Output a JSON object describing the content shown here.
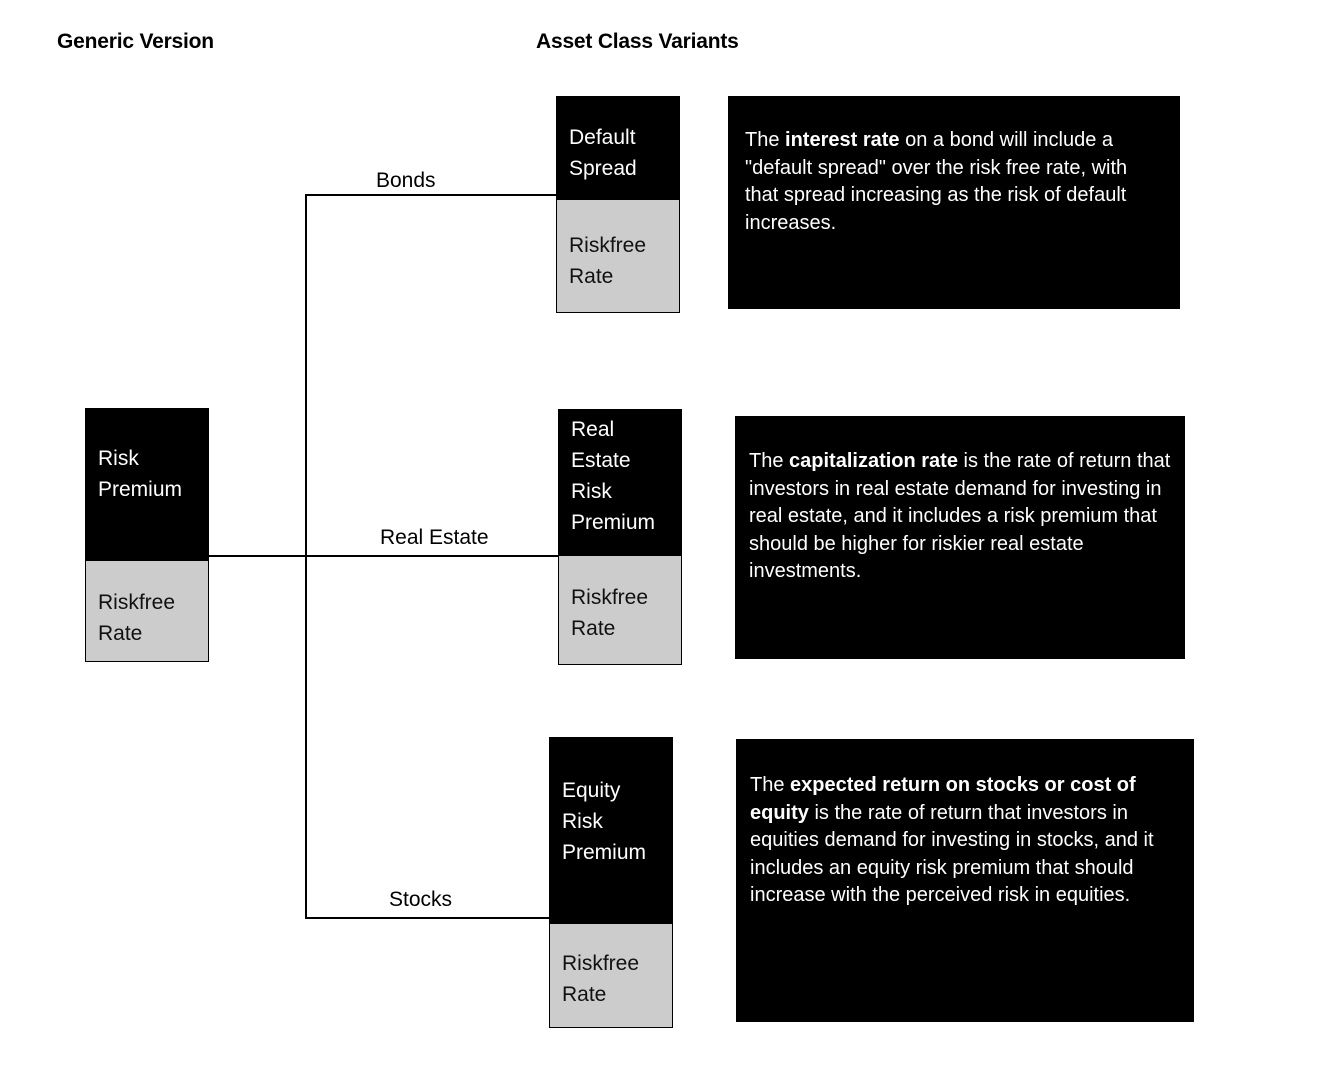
{
  "headings": {
    "generic": "Generic Version",
    "variants": "Asset Class Variants"
  },
  "colors": {
    "premium_fill": "#000000",
    "premium_text": "#ffffff",
    "riskfree_fill": "#cccccc",
    "riskfree_text": "#111111",
    "callout_fill": "#000000",
    "callout_text": "#ffffff",
    "line": "#000000",
    "background": "#ffffff"
  },
  "generic_block": {
    "premium_label": "Risk\nPremium",
    "riskfree_label": "Riskfree\nRate"
  },
  "branches": [
    {
      "id": "bonds",
      "label": "Bonds",
      "premium_label": "Default\nSpread",
      "riskfree_label": "Riskfree\nRate",
      "callout": {
        "bold": "interest rate",
        "before": "The ",
        "after": " on a bond will include a \"default spread\" over the risk free rate, with that spread increasing as the risk of default increases.",
        "full_text": "The interest rate on a bond will include a \"default spread\" over the risk free rate, with that spread increasing as the risk of default increases."
      }
    },
    {
      "id": "real-estate",
      "label": "Real Estate",
      "premium_label": "Real\nEstate\nRisk\nPremium",
      "riskfree_label": "Riskfree\nRate",
      "callout": {
        "bold": "capitalization rate",
        "before": "The ",
        "after": " is the rate of return that investors in real estate demand for investing in real estate, and it includes a risk premium that should be higher for riskier real estate investments.",
        "full_text": "The capitalization rate is the rate of return that investors in real estate demand for investing in real estate, and it includes a risk premium that should be higher for riskier real estate investments."
      }
    },
    {
      "id": "stocks",
      "label": "Stocks",
      "premium_label": "Equity\nRisk\nPremium",
      "riskfree_label": "Riskfree\nRate",
      "callout": {
        "bold": "expected return on stocks or cost of equity",
        "before": "The ",
        "after": " is the rate of return that investors in equities demand for investing in stocks, and it includes an equity risk premium that should increase with the perceived risk in equities.",
        "full_text": "The expected return on stocks or cost of equity is the rate of return that investors in equities demand for investing in stocks, and it includes an equity risk premium that should increase with the perceived risk in equities."
      }
    }
  ]
}
